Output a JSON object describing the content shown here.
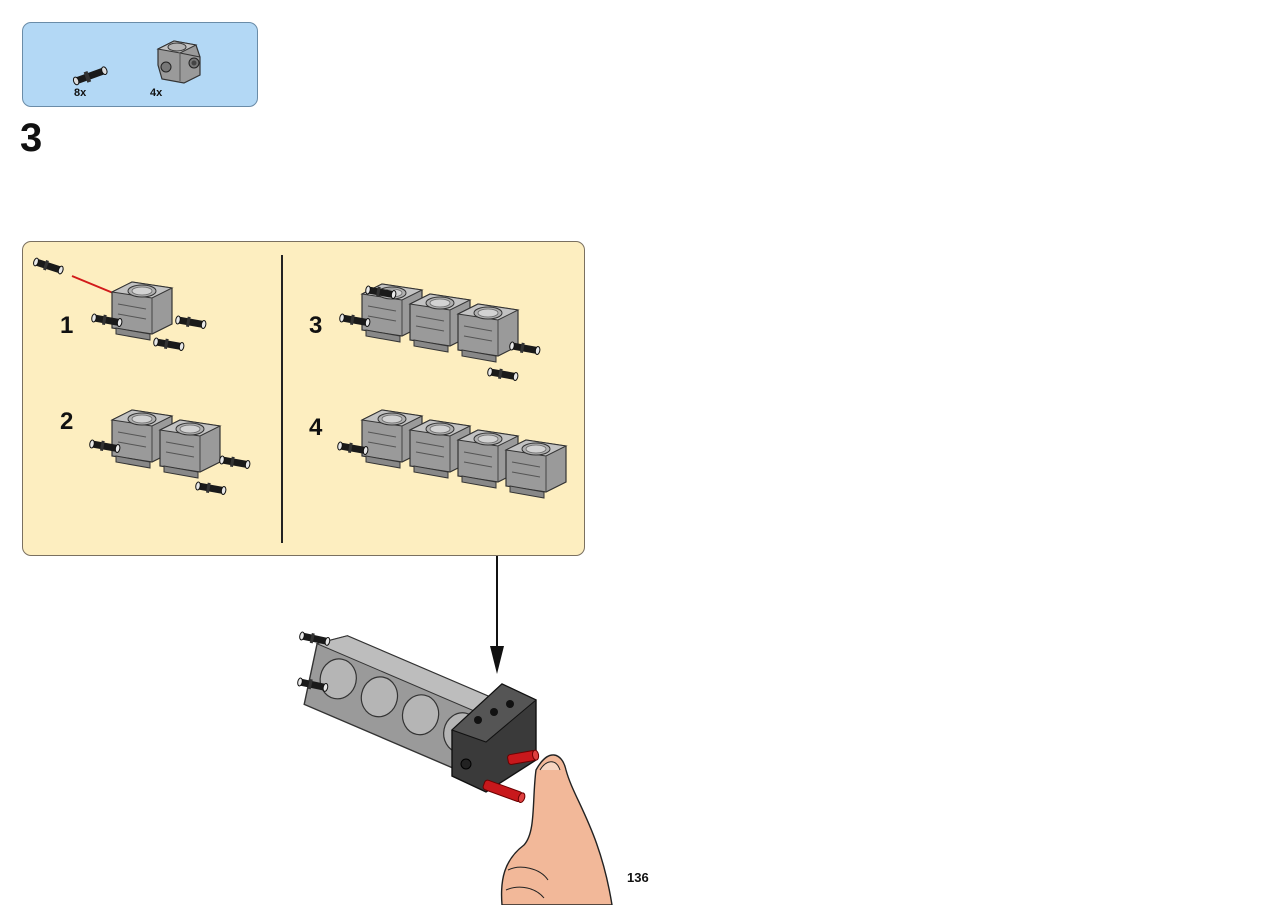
{
  "parts_list": {
    "items": [
      {
        "icon": "axle-pin-icon",
        "quantity": "8x",
        "color": "#1a1a1a"
      },
      {
        "icon": "engine-block-icon",
        "quantity": "4x",
        "color": "#9a9a9a"
      }
    ]
  },
  "step": {
    "number": "3"
  },
  "substeps": [
    {
      "number": "1",
      "blocks": 1
    },
    {
      "number": "2",
      "blocks": 2
    },
    {
      "number": "3",
      "blocks": 3
    },
    {
      "number": "4",
      "blocks": 4
    }
  ],
  "page": {
    "number": "136"
  },
  "colors": {
    "parts_bg": "#b3d8f5",
    "substep_bg": "#fdeec0",
    "brick_gray": "#9a9a9a",
    "frame_dark": "#3a3a3a",
    "pin_red": "#c8181c",
    "arrow_red": "#d21a1a",
    "skin": "#f2b899"
  }
}
